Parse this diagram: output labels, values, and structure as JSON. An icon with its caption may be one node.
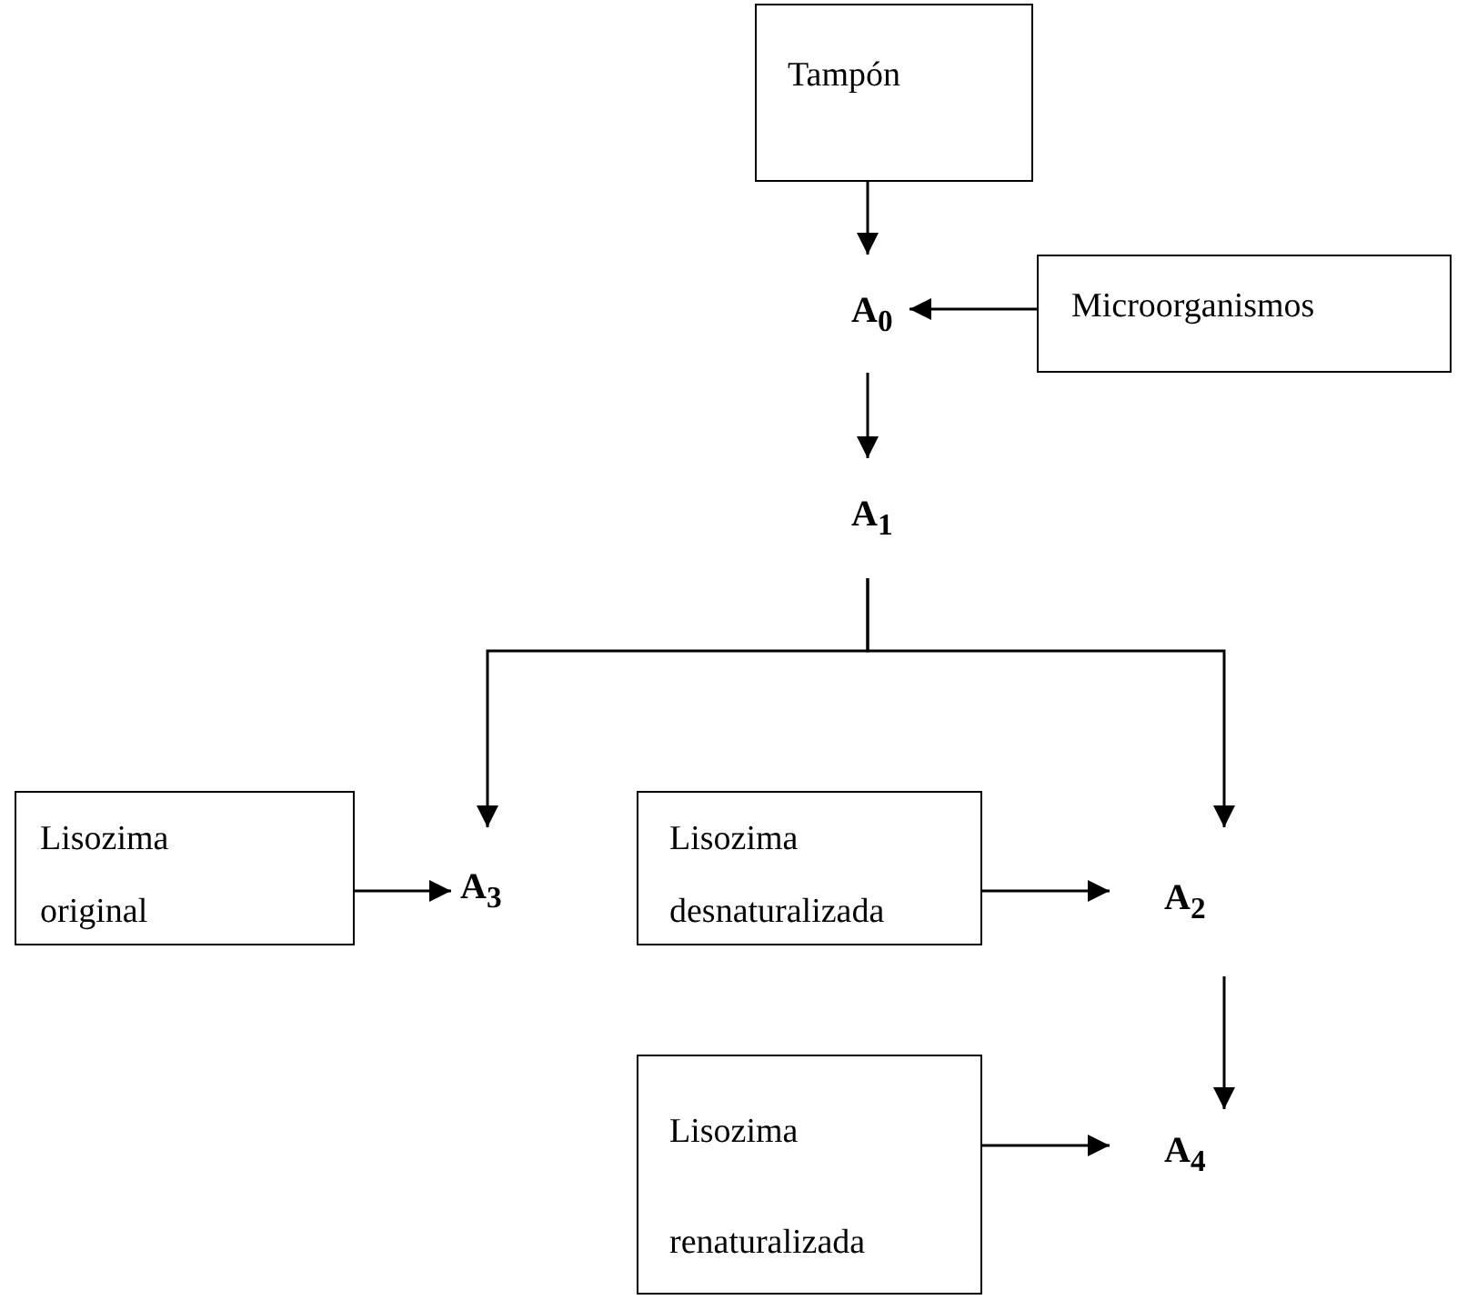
{
  "diagram": {
    "nodes": [
      {
        "text": [
          "Tampón"
        ]
      },
      {
        "text": [
          "A$_{0}$"
        ]
      },
      {
        "text": [
          "Microorganismos"
        ]
      },
      {
        "text": [
          "A$_{1}$"
        ]
      },
      {
        "text": [
          "Lisozima original"
        ]
      },
      {
        "text": [
          "A$_{3}$"
        ]
      },
      {
        "text": [
          "Lisozima desnaturalizada"
        ]
      },
      {
        "text": [
          "A$_{2}$"
        ]
      },
      {
        "text": [
          "Lisozima renaturalizada"
        ]
      },
      {
        "text": [
          "A$_{4}$"
        ]
      }
    ],
    "edges": [
      {
        "from": 0,
        "to": 1,
        "arrow": "to"
      },
      {
        "from": 2,
        "to": 1,
        "arrow": "to"
      },
      {
        "from": 1,
        "to": 3,
        "arrow": "to"
      },
      {
        "from": 3,
        "to": 5,
        "arrow": "to"
      },
      {
        "from": 3,
        "to": 7,
        "arrow": "to"
      },
      {
        "from": 4,
        "to": 5,
        "arrow": "to"
      },
      {
        "from": 6,
        "to": 7,
        "arrow": "to"
      },
      {
        "from": 7,
        "to": 9,
        "arrow": "to"
      },
      {
        "from": 8,
        "to": 9,
        "arrow": "to"
      }
    ]
  }
}
